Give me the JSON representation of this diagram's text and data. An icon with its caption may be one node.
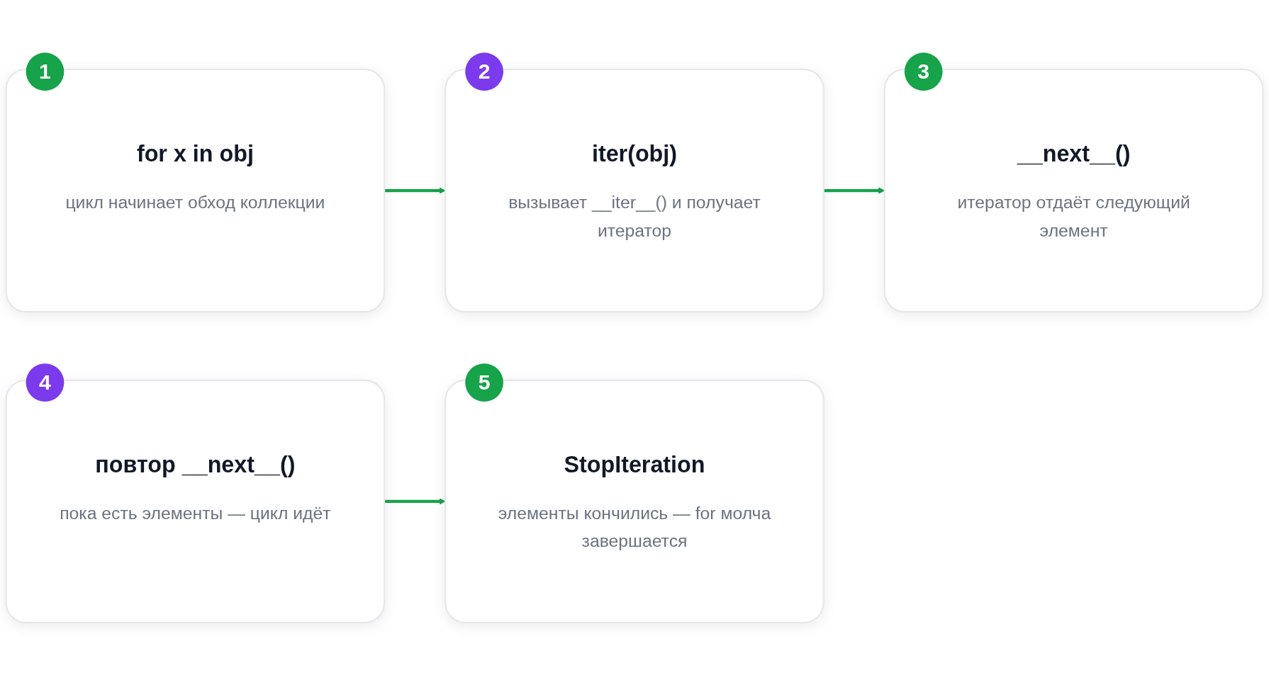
{
  "diagram": {
    "nodes": [
      {
        "text": [
          "1",
          "for x in obj",
          "цикл начинает обход коллекции"
        ]
      },
      {
        "text": [
          "2",
          "iter(obj)",
          "вызывает __iter__() и получает итератор"
        ]
      },
      {
        "text": [
          "3",
          "__next__()",
          "итератор отдаёт следующий элемент"
        ]
      },
      {
        "text": [
          "4",
          "повтор __next__()",
          "пока есть элементы — цикл идёт"
        ]
      },
      {
        "text": [
          "5",
          "StopIteration",
          "элементы кончились — for молча завершается"
        ]
      }
    ],
    "edges": [
      {
        "from": 0,
        "to": 1,
        "arrow": "to"
      },
      {
        "from": 1,
        "to": 2,
        "arrow": "to"
      },
      {
        "from": 3,
        "to": 4,
        "arrow": "to"
      }
    ]
  }
}
